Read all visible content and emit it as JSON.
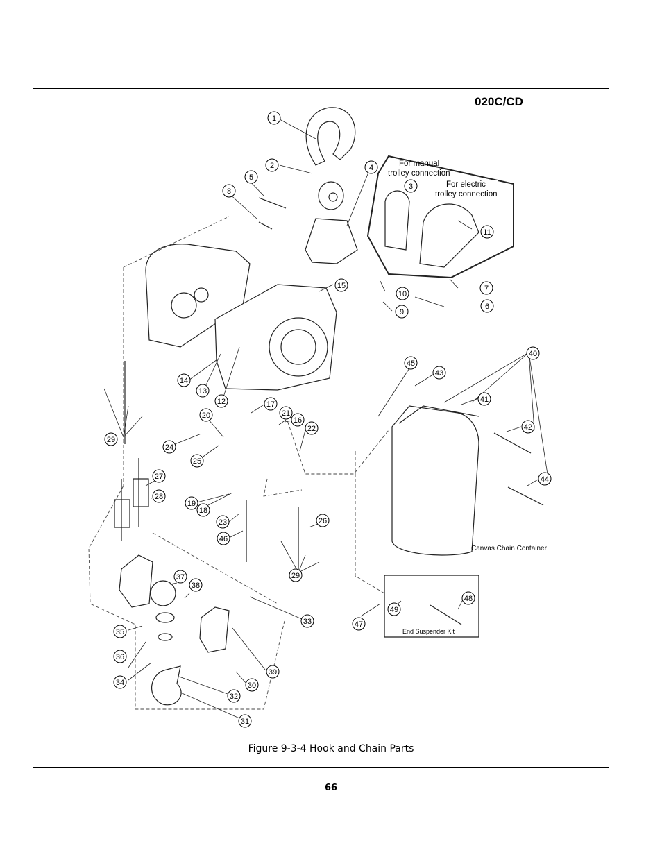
{
  "model": "020C/CD",
  "caption": "Figure 9-3-4 Hook and Chain Parts",
  "page_number": "66",
  "notes": {
    "manual_line1": "For manual",
    "manual_line2": "trolley connection",
    "electric_line1": "For electric",
    "electric_line2": "trolley connection",
    "canvas": "Canvas Chain Container",
    "end_suspender": "End Suspender Kit"
  },
  "callouts": [
    "1",
    "2",
    "3",
    "4",
    "5",
    "6",
    "7",
    "8",
    "9",
    "10",
    "11",
    "12",
    "13",
    "14",
    "15",
    "16",
    "17",
    "18",
    "19",
    "20",
    "21",
    "22",
    "23",
    "24",
    "25",
    "26",
    "27",
    "28",
    "29",
    "29",
    "30",
    "31",
    "32",
    "33",
    "34",
    "35",
    "36",
    "37",
    "38",
    "39",
    "40",
    "41",
    "42",
    "43",
    "44",
    "45",
    "46",
    "47",
    "48",
    "49"
  ]
}
